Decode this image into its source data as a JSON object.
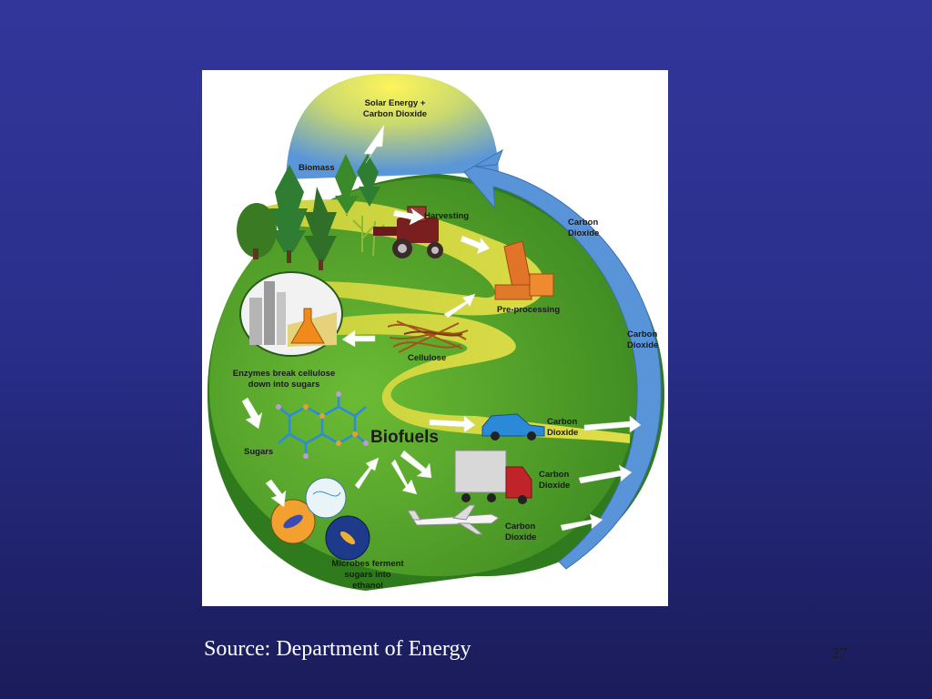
{
  "slide": {
    "source_text": "Source: Department of  Energy",
    "page_number": "27"
  },
  "diagram": {
    "labels": {
      "solar_energy": "Solar Energy +",
      "solar_co2": "Carbon Dioxide",
      "biomass": "Biomass",
      "harvesting": "Harvesting",
      "co2_loop_top_1": "Carbon",
      "co2_loop_top_2": "Dioxide",
      "co2_loop_mid_1": "Carbon",
      "co2_loop_mid_2": "Dioxide",
      "preprocessing": "Pre-processing",
      "cellulose": "Cellulose",
      "enzymes_1": "Enzymes break cellulose",
      "enzymes_2": "down into sugars",
      "sugars": "Sugars",
      "biofuels": "Biofuels",
      "microbes_1": "Microbes ferment",
      "microbes_2": "sugars into",
      "microbes_3": "ethanol",
      "co2_car_1": "Carbon",
      "co2_car_2": "Dioxide",
      "co2_truck_1": "Carbon",
      "co2_truck_2": "Dioxide",
      "co2_plane_1": "Carbon",
      "co2_plane_2": "Dioxide"
    },
    "colors": {
      "background": "#32369a",
      "grass": "#5aa82a",
      "path": "#d8dc3c",
      "sky": "#f0e860",
      "co2_arrow": "#5a94d8",
      "car": "#2a8ad8",
      "truck_cab": "#c0242a",
      "harvester": "#7a1f20"
    }
  }
}
